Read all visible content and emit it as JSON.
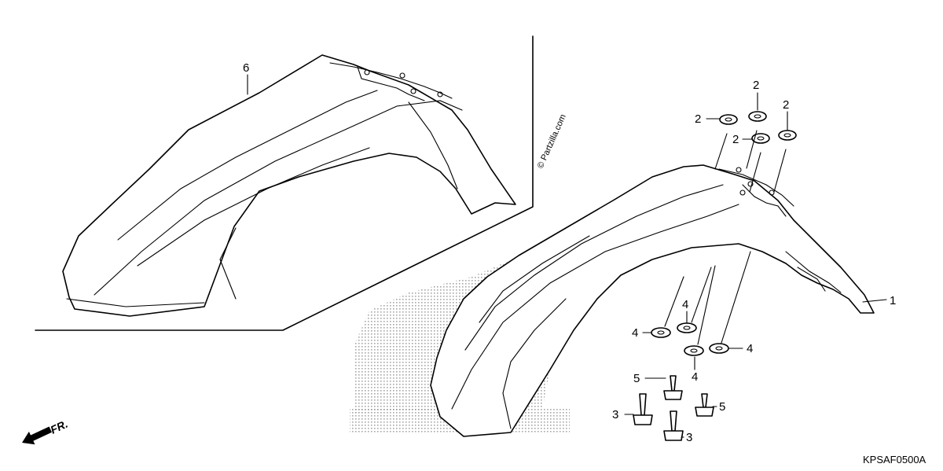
{
  "diagram": {
    "callouts": {
      "fender_front": "1",
      "cushion_a": "2",
      "cushion_b": "2",
      "cushion_c": "2",
      "cushion_d": "2",
      "bolt_a": "3",
      "bolt_b": "3",
      "washer_a": "4",
      "washer_b": "4",
      "washer_c": "4",
      "washer_d": "4",
      "bolt_c": "5",
      "bolt_d": "5",
      "fender_alt": "6"
    },
    "direction_label": "FR.",
    "watermark": "© Partzilla.com",
    "diagram_code": "KPSAF0500A"
  }
}
